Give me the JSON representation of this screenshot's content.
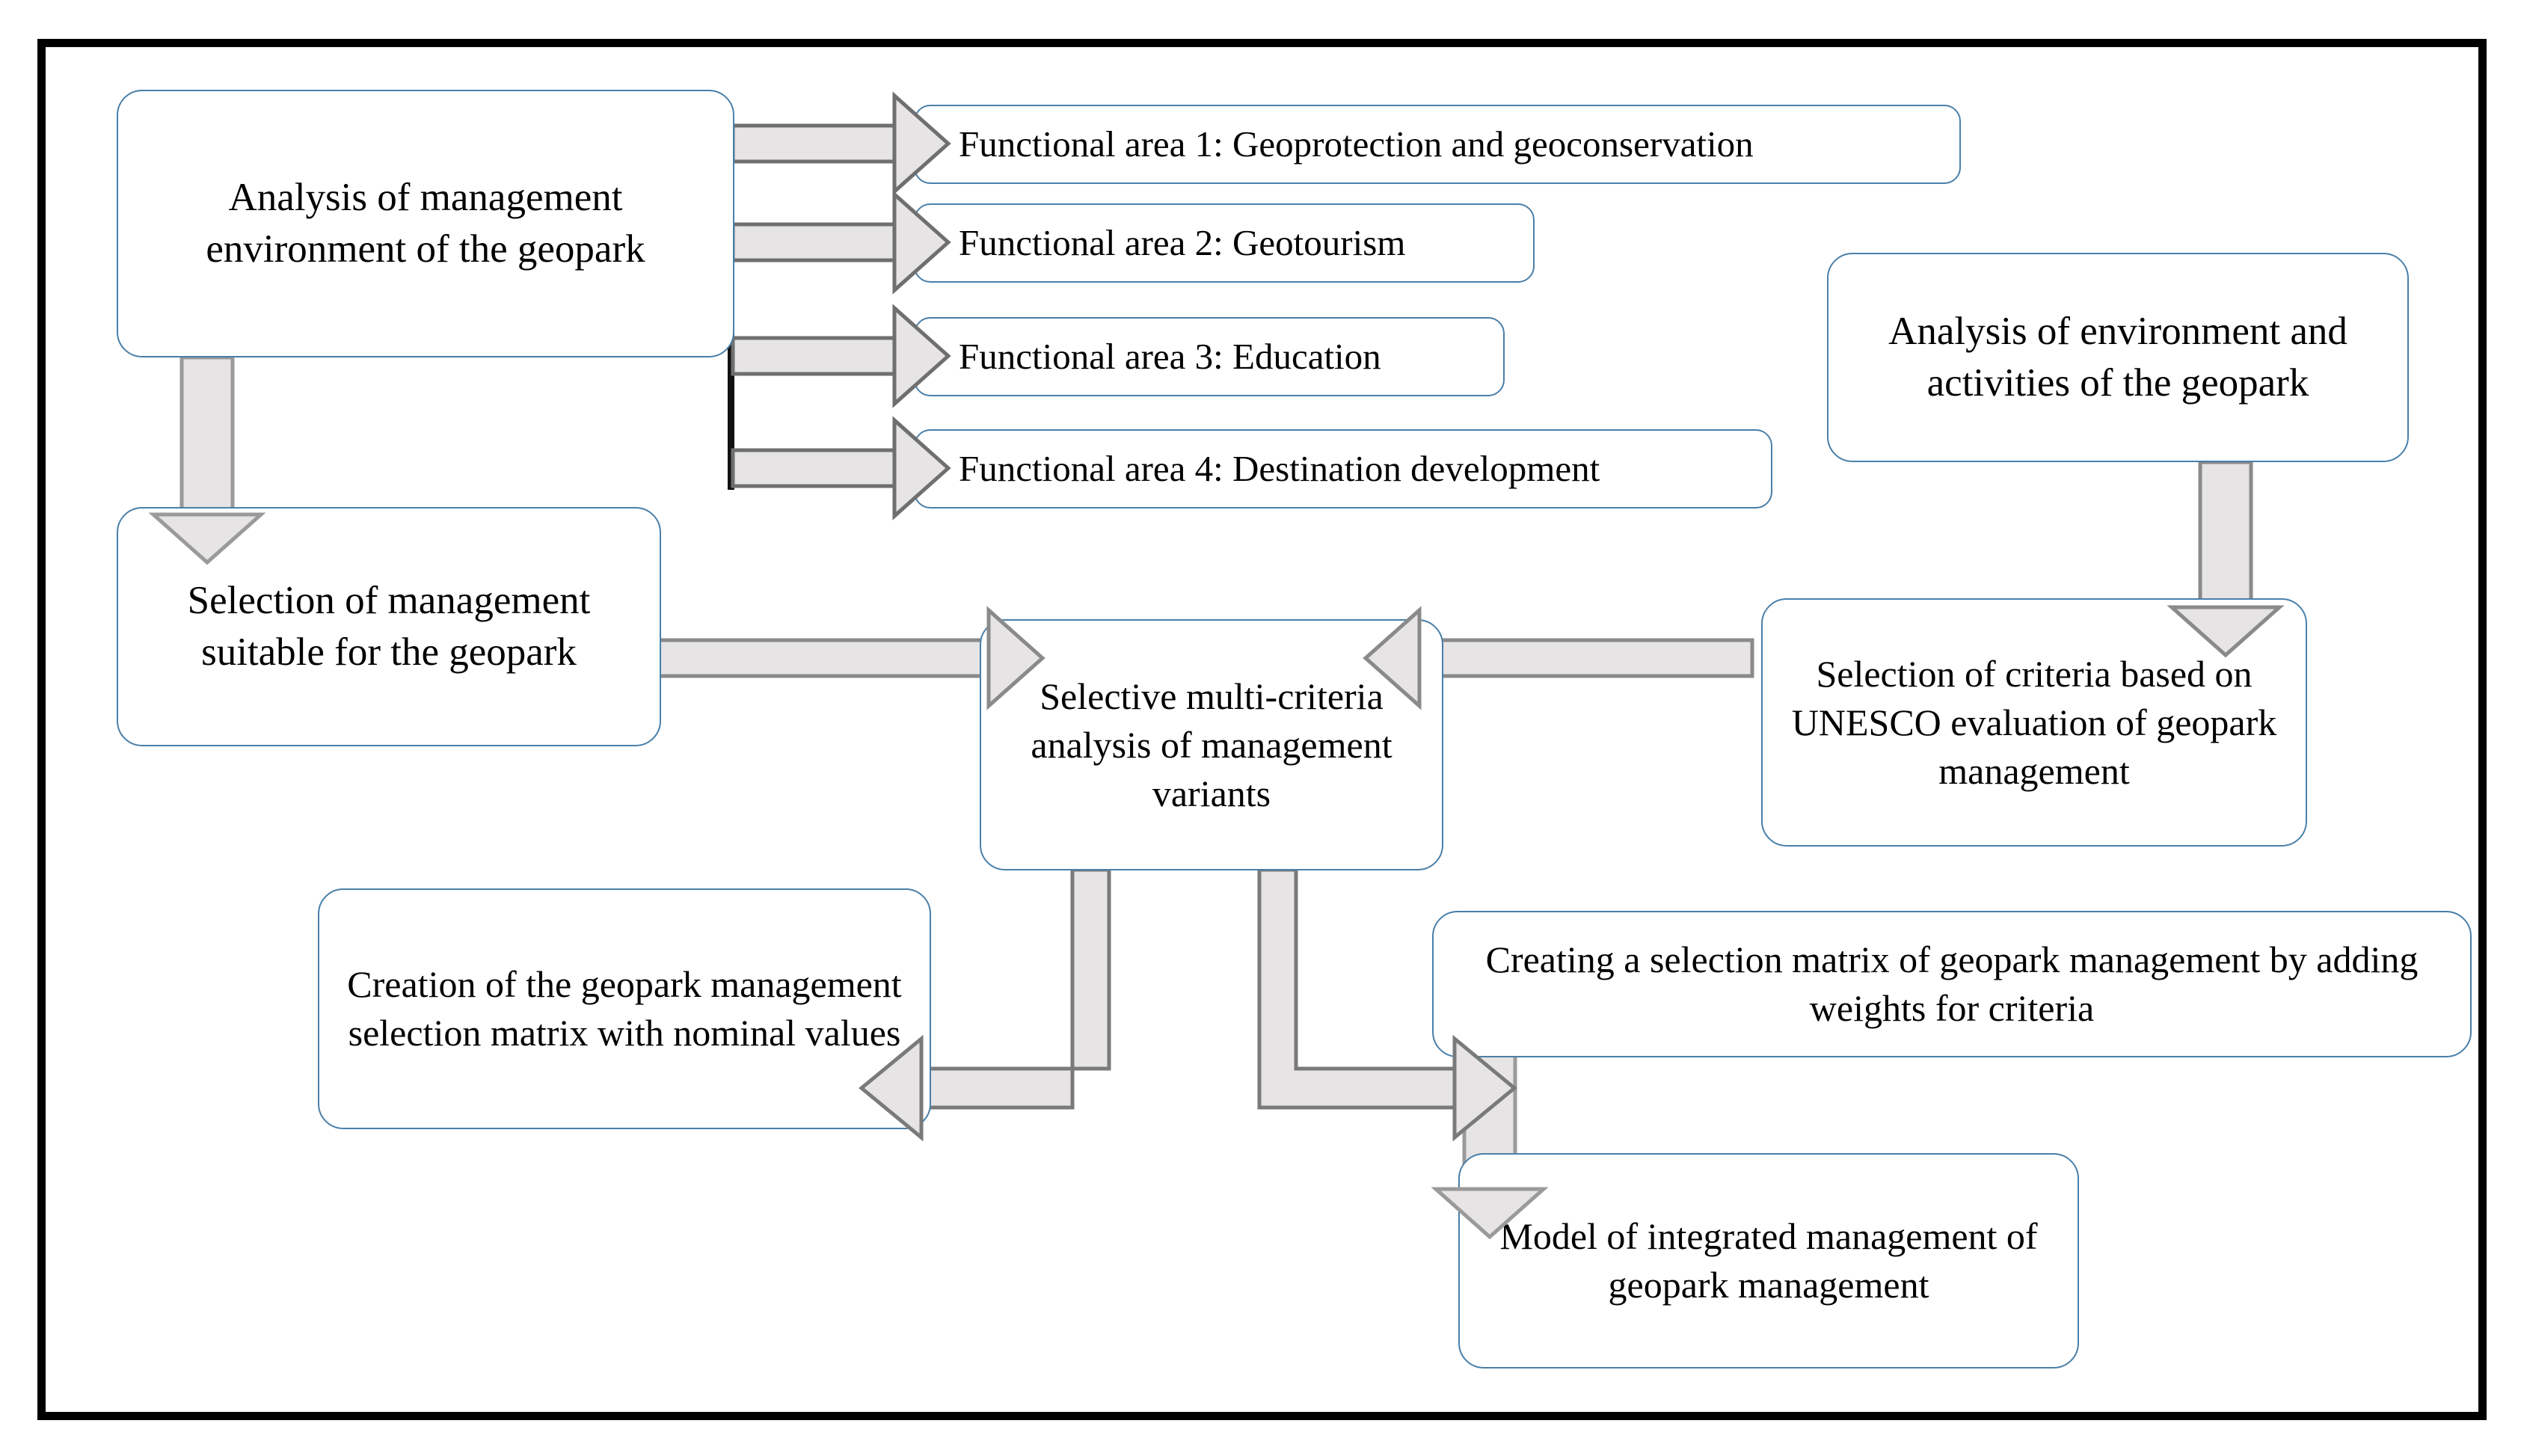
{
  "diagram": {
    "title": "Geopark management selection flowchart",
    "colors": {
      "frame_border": "#000000",
      "node_border": "#4a7fa8",
      "node_fill": "#ffffff",
      "arrow_fill": "#e6e4e4",
      "arrow_stroke": "#6f6f6f",
      "connector_line": "#111111",
      "text": "#000000"
    },
    "nodes": {
      "analysis_management_environment": "Analysis of management environment of the geopark",
      "functional_area_1": "Functional area 1: Geoprotection and geoconservation",
      "functional_area_2": "Functional area 2: Geotourism",
      "functional_area_3": "Functional area 3: Education",
      "functional_area_4": "Functional area 4: Destination development",
      "analysis_environment_activities": "Analysis of environment and activities of the geopark",
      "selection_of_management": "Selection of management suitable for the geopark",
      "selective_multicriteria_analysis": "Selective multi-criteria analysis of management variants",
      "selection_of_criteria_unesco": "Selection of criteria based on UNESCO evaluation of geopark management",
      "creation_nominal_matrix": "Creation of the geopark management selection matrix with nominal values",
      "creating_weighted_matrix": "Creating a selection matrix of geopark management by adding weights for criteria",
      "model_integrated_management": "Model of integrated management of geopark management"
    },
    "connectors": [
      {
        "name": "trunk-to-functional-areas",
        "from": "analysis_management_environment",
        "to": "functional areas 1-4",
        "kind": "bus-with-4-right-arrows"
      },
      {
        "name": "analysis-to-selection-of-management",
        "from": "analysis_management_environment",
        "to": "selection_of_management",
        "kind": "down-arrow"
      },
      {
        "name": "selection-to-multicriteria",
        "from": "selection_of_management",
        "to": "selective_multicriteria_analysis",
        "kind": "right-arrow"
      },
      {
        "name": "criteria-to-multicriteria",
        "from": "selection_of_criteria_unesco",
        "to": "selective_multicriteria_analysis",
        "kind": "left-arrow"
      },
      {
        "name": "environment-to-criteria",
        "from": "analysis_environment_activities",
        "to": "selection_of_criteria_unesco",
        "kind": "down-arrow"
      },
      {
        "name": "multicriteria-to-nominal-matrix",
        "from": "selective_multicriteria_analysis",
        "to": "creation_nominal_matrix",
        "kind": "elbow-down-left-arrow"
      },
      {
        "name": "multicriteria-to-weighted-matrix",
        "from": "selective_multicriteria_analysis",
        "to": "creating_weighted_matrix",
        "kind": "elbow-down-right-arrow"
      },
      {
        "name": "weighted-matrix-to-model",
        "from": "creating_weighted_matrix",
        "to": "model_integrated_management",
        "kind": "down-arrow"
      }
    ]
  }
}
